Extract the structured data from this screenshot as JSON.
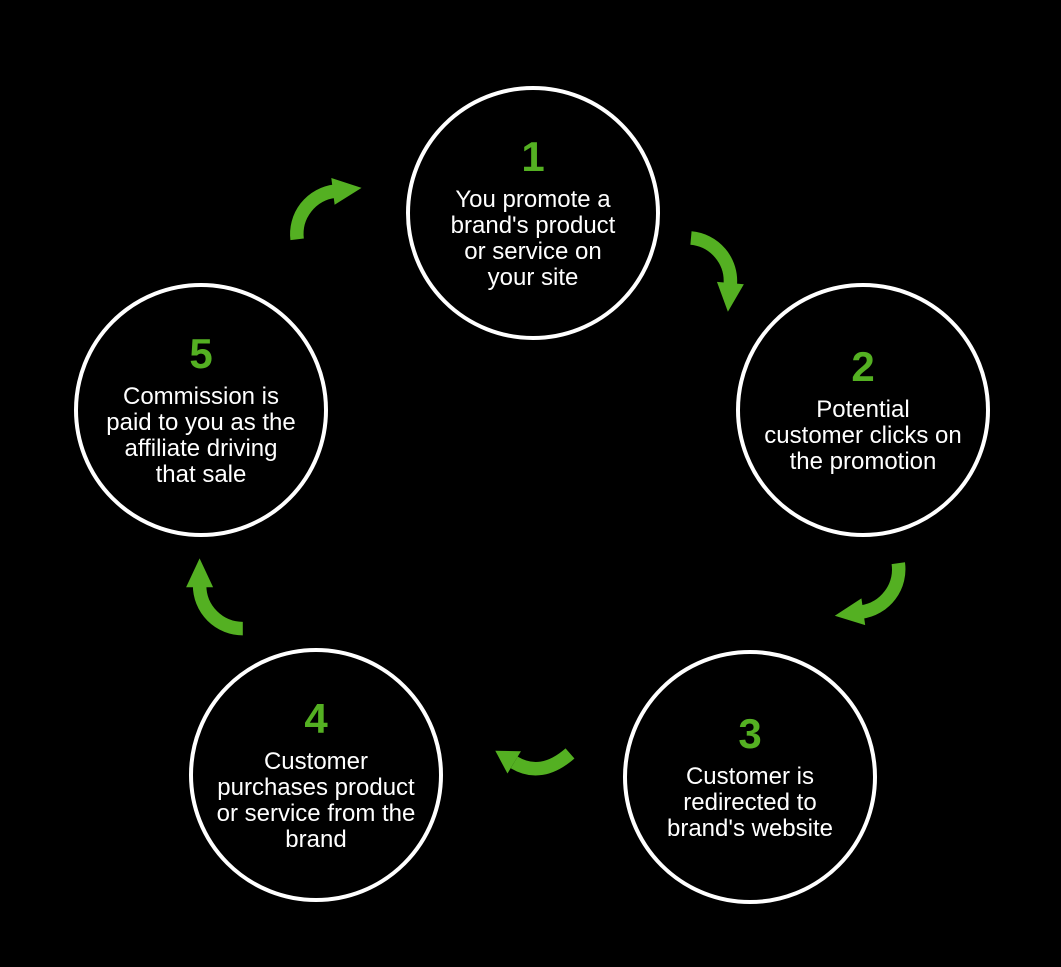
{
  "diagram": {
    "name": "affiliate-marketing-cycle",
    "colors": {
      "background": "#000000",
      "circle_stroke": "#ffffff",
      "text": "#ffffff",
      "accent_green": "#54b022"
    },
    "steps": [
      {
        "number": "1",
        "text": "You promote a\nbrand's product\nor service on\nyour site"
      },
      {
        "number": "2",
        "text": "Potential\ncustomer clicks on\nthe promotion"
      },
      {
        "number": "3",
        "text": "Customer is\nredirected to\nbrand's website"
      },
      {
        "number": "4",
        "text": "Customer\npurchases product\nor service from the\nbrand"
      },
      {
        "number": "5",
        "text": "Commission is\npaid to you as the\naffiliate driving\nthat sale"
      }
    ],
    "arrows": [
      {
        "icon": "curved-arrow-icon",
        "from": "1",
        "to": "2"
      },
      {
        "icon": "curved-arrow-icon",
        "from": "2",
        "to": "3"
      },
      {
        "icon": "curved-arrow-icon",
        "from": "3",
        "to": "4"
      },
      {
        "icon": "curved-arrow-icon",
        "from": "4",
        "to": "5"
      },
      {
        "icon": "curved-arrow-icon",
        "from": "5",
        "to": "1"
      }
    ]
  }
}
